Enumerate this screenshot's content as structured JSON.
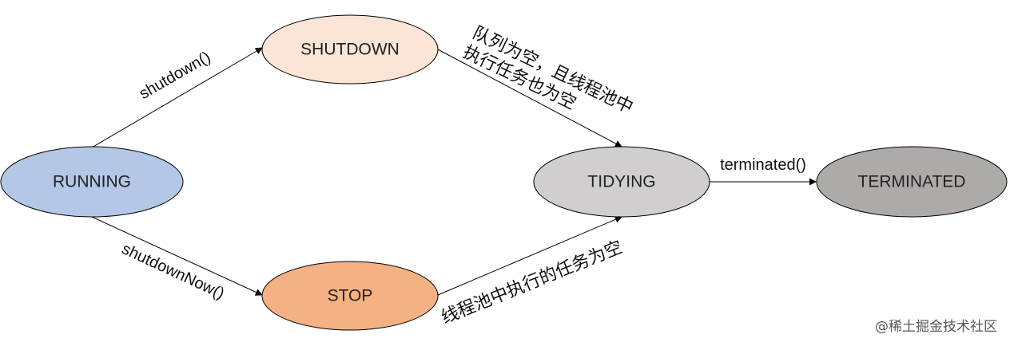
{
  "states": {
    "running": {
      "label": "RUNNING",
      "fill": "#b4c7e7"
    },
    "shutdown": {
      "label": "SHUTDOWN",
      "fill": "#fbe5d6"
    },
    "stop": {
      "label": "STOP",
      "fill": "#f4b183"
    },
    "tidying": {
      "label": "TIDYING",
      "fill": "#d0cece"
    },
    "terminated": {
      "label": "TERMINATED",
      "fill": "#aeaaaa"
    }
  },
  "transitions": {
    "shutdown_call": "shutdown()",
    "shutdown_now_call": "shutdownNow()",
    "terminated_call": "terminated()",
    "shutdown_to_tidying_line1": "队列为空，且线程池中",
    "shutdown_to_tidying_line2": "执行任务也为空",
    "stop_to_tidying": "线程池中执行的任务为空"
  },
  "watermark": "@稀土掘金技术社区",
  "colors": {
    "outline": "#000000",
    "arrow": "#000000"
  }
}
